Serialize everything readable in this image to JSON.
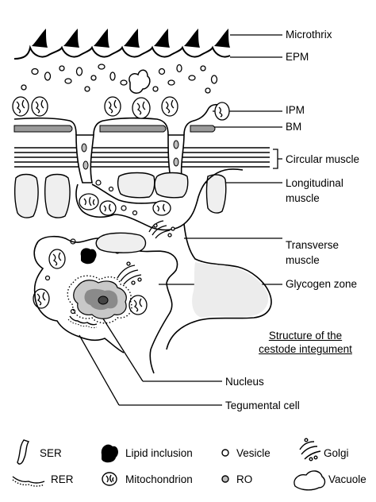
{
  "labels": {
    "microthrix": "Microthrix",
    "epm": "EPM",
    "ipm": "IPM",
    "bm": "BM",
    "circular_muscle": "Circular muscle",
    "longitudinal_muscle_1": "Longitudinal",
    "longitudinal_muscle_2": "muscle",
    "transverse_muscle_1": "Transverse",
    "transverse_muscle_2": "muscle",
    "glycogen_zone": "Glycogen zone",
    "nucleus": "Nucleus",
    "tegumental_cell": "Tegumental cell"
  },
  "caption": {
    "line1": "Structure of the",
    "line2": "cestode integument"
  },
  "legend": {
    "ser": "SER",
    "lipid_inclusion": "Lipid inclusion",
    "vesicle": "Vesicle",
    "golgi": "Golgi",
    "rer": "RER",
    "mitochondrion": "Mitochondrion",
    "ro": "RO",
    "vacuole": "Vacuole"
  }
}
